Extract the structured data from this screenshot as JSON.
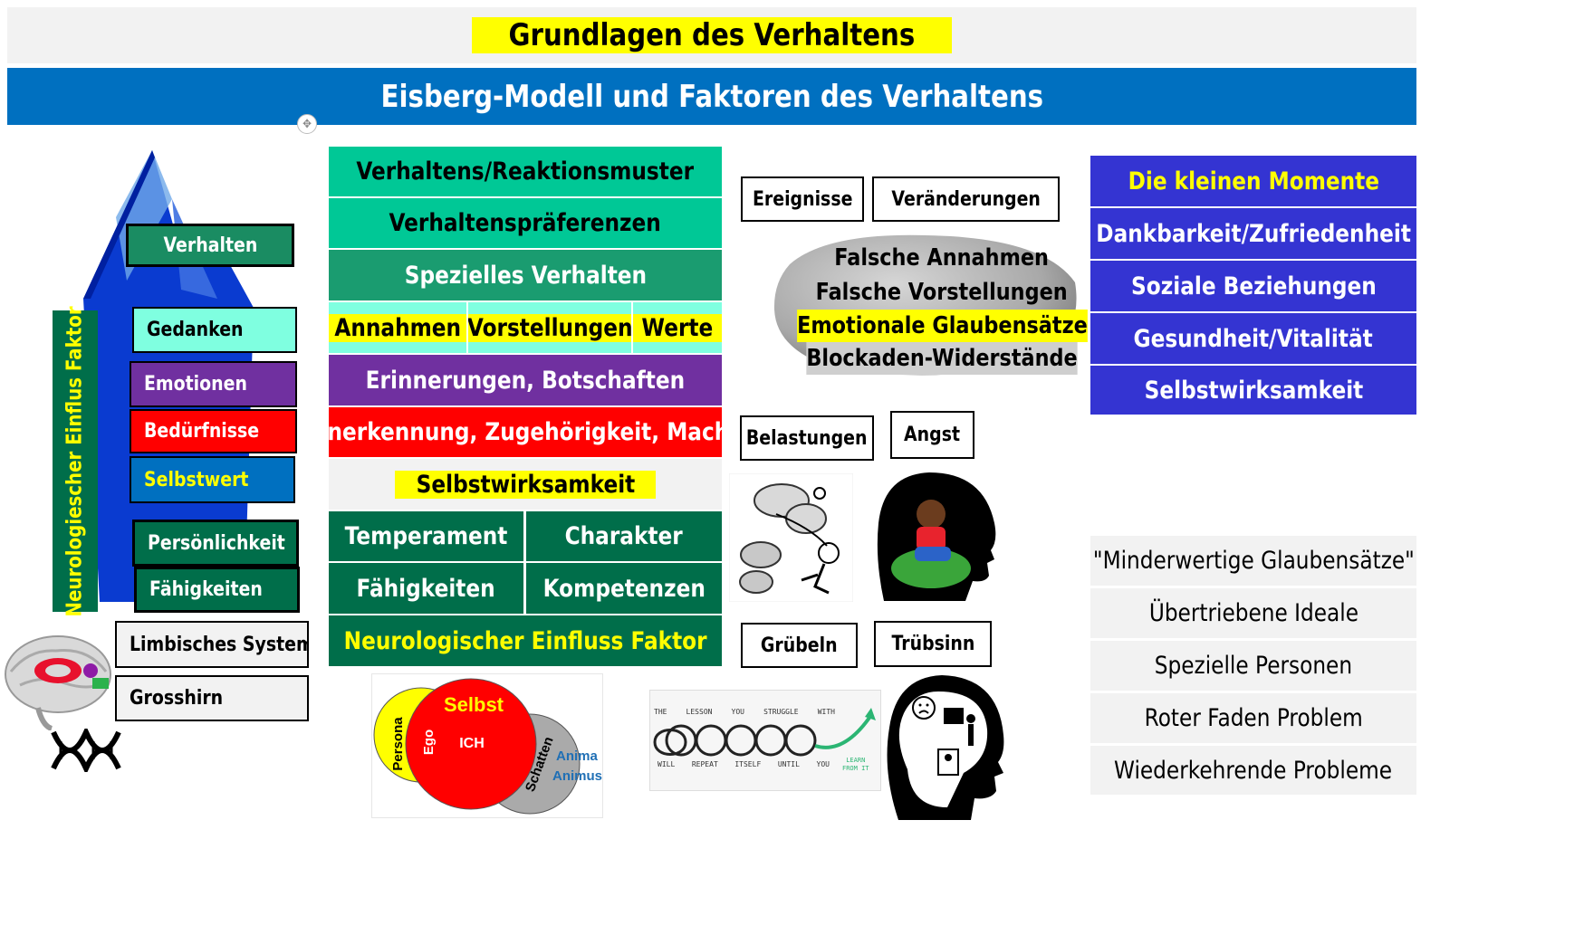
{
  "header": {
    "title": "Grundlagen des Verhaltens",
    "subtitle": "Eisberg-Modell und Faktoren des Verhaltens"
  },
  "iceberg": {
    "vertical_label": "Neurologiescher Einflus Faktor",
    "layers": [
      "Verhalten",
      "Gedanken",
      "Emotionen",
      "Bedürfnisse",
      "Selbstwert",
      "Persönlichkeit",
      "Fähigkeiten"
    ],
    "brain": [
      "Limbisches System",
      "Grosshirn"
    ]
  },
  "pyramid": {
    "rows": [
      [
        "Verhaltens/Reaktionsmuster"
      ],
      [
        "Verhaltenspräferenzen"
      ],
      [
        "Spezielles Verhalten"
      ],
      [
        "Annahmen",
        "Vorstellungen",
        "Werte"
      ],
      [
        "Erinnerungen, Botschaften"
      ],
      [
        "Anerkennung, Zugehörigkeit, Macht"
      ],
      [
        "Selbstwirksamkeit"
      ],
      [
        "Temperament",
        "Charakter"
      ],
      [
        "Fähigkeiten",
        "Kompetenzen"
      ],
      [
        "Neurologischer Einfluss Faktor"
      ]
    ]
  },
  "venn": {
    "persona": "Persona",
    "ego": "Ego",
    "selbst": "Selbst",
    "ich": "ICH",
    "schatten": "Schatten",
    "anima": "Anima",
    "animus": "Animus"
  },
  "middle": {
    "boxes": [
      "Ereignisse",
      "Veränderungen",
      "Belastungen",
      "Angst",
      "Grübeln",
      "Trübsinn"
    ],
    "stone_lines": [
      "Falsche Annahmen",
      "Falsche Vorstellungen",
      "Emotionale Glaubensätze",
      "Blockaden-Widerstände"
    ],
    "lesson_top": [
      "THE",
      "LESSON",
      "YOU",
      "STRUGGLE",
      "WITH"
    ],
    "lesson_bottom": [
      "WILL",
      "REPEAT",
      "ITSELF",
      "UNTIL",
      "YOU"
    ],
    "learn": [
      "LEARN",
      "FROM IT"
    ]
  },
  "right_top": [
    "Die kleinen Momente",
    "Dankbarkeit/Zufriedenheit",
    "Soziale Beziehungen",
    "Gesundheit/Vitalität",
    "Selbstwirksamkeit"
  ],
  "right_bottom": [
    "\"Minderwertige Glaubensätze\"",
    "Übertriebene Ideale",
    "Spezielle Personen",
    "Roter Faden Problem",
    "Wiederkehrende Probleme"
  ],
  "colors": {
    "blue_banner": "#0070c0",
    "teal": "#00c896",
    "dark_green": "#006e4a",
    "light_cyan": "#7fffe0",
    "purple": "#7030a0",
    "red": "#ff0000",
    "indigo": "#3434d2",
    "yellow": "#ffff00"
  }
}
